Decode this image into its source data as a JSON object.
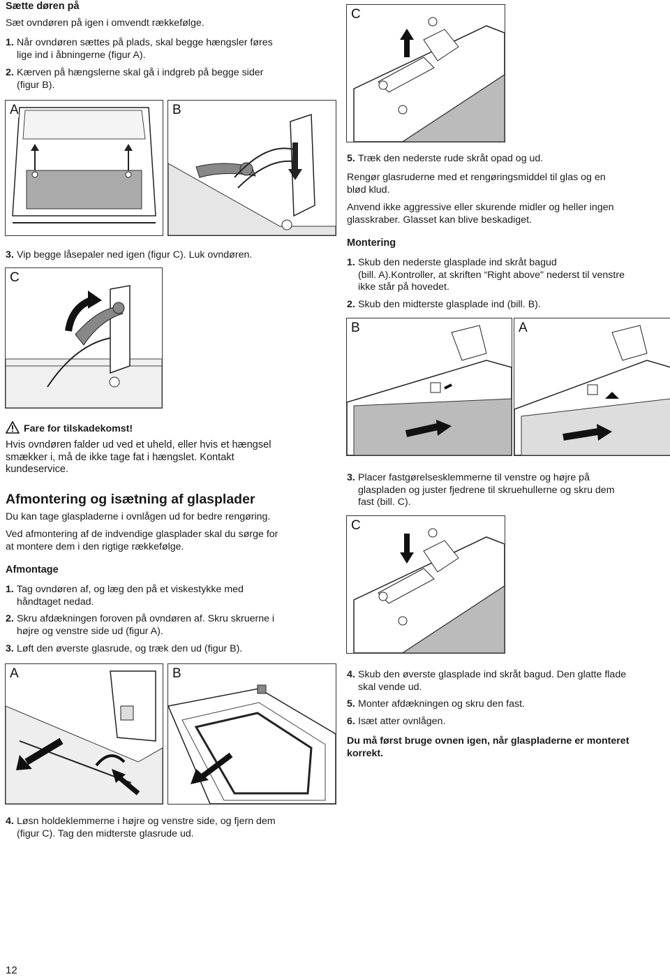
{
  "left": {
    "section1_title": "Sætte døren på",
    "section1_intro": "Sæt ovndøren på igen i omvendt rækkefølge.",
    "step1_num": "1.",
    "step1_text_l1": "Når ovndøren sættes på plads, skal begge hængsler føres",
    "step1_text_l2": "lige ind i åbningerne (figur A).",
    "step2_num": "2.",
    "step2_text_l1": "Kærven på hængslerne skal gå i indgreb på begge sider",
    "step2_text_l2": "(figur B).",
    "fig_a_label": "A",
    "fig_b_label": "B",
    "step3_num": "3.",
    "step3_text": "Vip begge låsepaler ned igen (figur C). Luk ovndøren.",
    "fig_c_label": "C",
    "warning_title": "Fare for tilskadekomst!",
    "warning_l1": "Hvis ovndøren falder ud ved et uheld, eller hvis et hængsel",
    "warning_l2": "smækker i, må de ikke tage fat i hængslet. Kontakt",
    "warning_l3": "kundeservice.",
    "section2_title": "Afmontering og isætning af glasplader",
    "section2_p1": "Du kan tage glaspladerne i ovnlågen ud for bedre rengøring.",
    "section2_p2_l1": "Ved afmontering af de indvendige glasplader skal du sørge for",
    "section2_p2_l2": "at montere dem i den rigtige rækkefølge.",
    "afmontage_title": "Afmontage",
    "a_step1_num": "1.",
    "a_step1_l1": "Tag ovndøren af, og læg den på et viskestykke med",
    "a_step1_l2": "håndtaget nedad.",
    "a_step2_num": "2.",
    "a_step2_l1": "Skru afdækningen foroven på ovndøren af. Skru skruerne i",
    "a_step2_l2": "højre og venstre side ud (figur A).",
    "a_step3_num": "3.",
    "a_step3_text": "Løft den øverste glasrude, og træk den ud (figur B).",
    "fig2_a_label": "A",
    "fig2_b_label": "B",
    "a_step4_num": "4.",
    "a_step4_l1": "Løsn holdeklemmerne i højre og venstre side, og fjern dem",
    "a_step4_l2": "(figur C). Tag den midterste glasrude ud."
  },
  "right": {
    "fig_c_label": "C",
    "step5_num": "5.",
    "step5_text": "Træk den nederste rude skråt opad og ud.",
    "p1_l1": "Rengør glasruderne med et rengøringsmiddel til glas og en",
    "p1_l2": "blød klud.",
    "p2_l1": "Anvend ikke aggressive eller skurende midler og heller ingen",
    "p2_l2": "glasskraber. Glasset kan blive beskadiget.",
    "montering_title": "Montering",
    "m_step1_num": "1.",
    "m_step1_l1": "Skub den nederste glasplade ind skråt bagud",
    "m_step1_l2": "(bill. A).Kontroller, at skriften “Right above\" nederst til venstre",
    "m_step1_l3": "ikke står på hovedet.",
    "m_step2_num": "2.",
    "m_step2_text": "Skub den midterste glasplade ind (bill. B).",
    "fig_b_label": "B",
    "fig_a_label": "A",
    "m_step3_num": "3.",
    "m_step3_l1": "Placer fastgørelsesklemmerne til venstre og højre på",
    "m_step3_l2": "glaspladen og juster fjedrene til skruehullerne og skru dem",
    "m_step3_l3": "fast (bill. C).",
    "fig_c2_label": "C",
    "m_step4_num": "4.",
    "m_step4_l1": "Skub den øverste glasplade ind skråt bagud. Den glatte flade",
    "m_step4_l2": "skal vende ud.",
    "m_step5_num": "5.",
    "m_step5_text": "Monter afdækningen og skru den fast.",
    "m_step6_num": "6.",
    "m_step6_text": "Isæt atter ovnlågen.",
    "final_l1": "Du må først bruge ovnen igen, når glaspladerne er monteret",
    "final_l2": "korrekt."
  },
  "footer": {
    "page_number": "12"
  }
}
